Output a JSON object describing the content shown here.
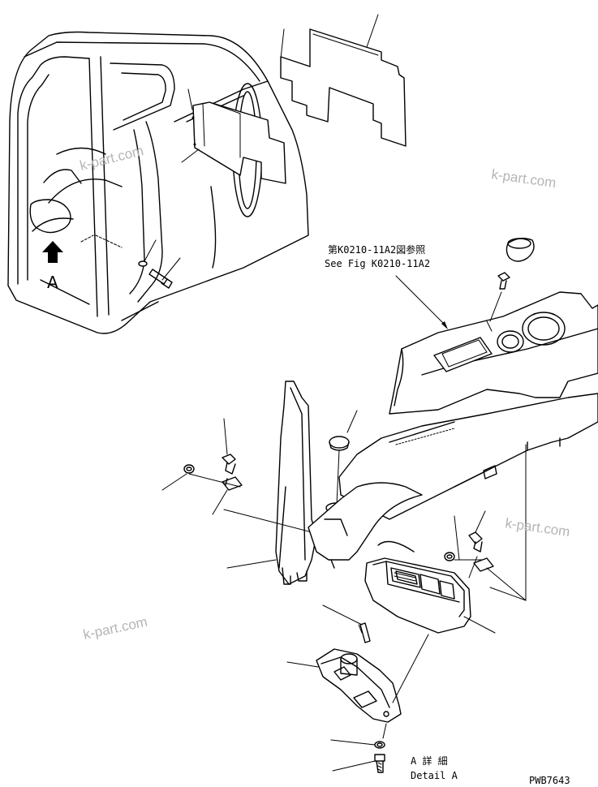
{
  "reference_note": {
    "japanese": "第K0210-11A2図参照",
    "english": "See Fig K0210-11A2"
  },
  "view_label": "A",
  "detail_label": {
    "japanese": "A 詳 細",
    "english": "Detail A"
  },
  "drawing_number": "PWB7643",
  "watermarks": [
    "k-part.com",
    "k-part.com",
    "k-part.com",
    "k-part.com"
  ]
}
